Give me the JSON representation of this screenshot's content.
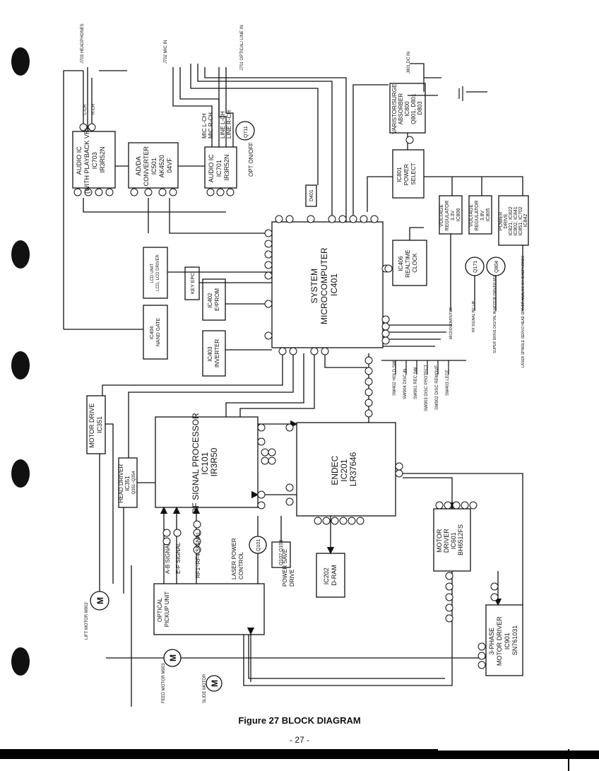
{
  "figure": {
    "caption": "Figure 27 BLOCK DIAGRAM",
    "page_number": "- 27 -"
  },
  "blocks": [
    {
      "key": "system_micro",
      "lines": [
        "SYSTEM",
        "MICROCOMPUTER",
        "IC401"
      ]
    },
    {
      "key": "rf_processor",
      "lines": [
        "RF SIGNAL PROCESSOR",
        "IC101",
        "IR3R50"
      ]
    },
    {
      "key": "endec",
      "lines": [
        "ENDEC",
        "IC201",
        "LR37646"
      ]
    },
    {
      "key": "audio_ic_703",
      "lines": [
        "AUDIO IC",
        "(WITH PLAYBACK VR)",
        "IC703",
        "IR3R52N"
      ]
    },
    {
      "key": "adda",
      "lines": [
        "AD/DA",
        "CONVERTER",
        "IC501",
        "AK4520",
        "04VF"
      ]
    },
    {
      "key": "audio_ic_701",
      "lines": [
        "AUDIO IC",
        "IC701",
        "IR3R52N"
      ]
    },
    {
      "key": "power_select",
      "lines": [
        "IC801",
        "POWER",
        "SELECT"
      ]
    },
    {
      "key": "varistor",
      "lines": [
        "VARISTOR/SURGE",
        "ABSORBER",
        "IC800",
        "Q801, D801",
        "D803"
      ]
    },
    {
      "key": "reg_806",
      "lines": [
        "VOLTAGE",
        "REGULATOR",
        "3.3V",
        "IC806"
      ]
    },
    {
      "key": "reg_805",
      "lines": [
        "VOLTAGE",
        "REGULATOR",
        "3.8V",
        "IC805"
      ]
    },
    {
      "key": "power_drive",
      "lines": [
        "POWER",
        "DRIVE",
        "IC821, IC822",
        "IC802, IC841",
        "IC851, IC702",
        "IC842"
      ]
    },
    {
      "key": "rtc",
      "lines": [
        "IC406",
        "REALTIME",
        "CLOCK"
      ]
    },
    {
      "key": "lcd",
      "lines": [
        "LCD UNIT",
        "LCD, LCD DRIVER"
      ]
    },
    {
      "key": "key_epc",
      "lines": [
        "KEY EPC"
      ]
    },
    {
      "key": "eprom",
      "lines": [
        "IC402",
        "E²PROM"
      ]
    },
    {
      "key": "nand",
      "lines": [
        "IC404",
        "NAND GATE"
      ]
    },
    {
      "key": "inverter",
      "lines": [
        "IC403",
        "INVERTER"
      ]
    },
    {
      "key": "motor_drive_351",
      "lines": [
        "MOTOR DRIVE",
        "IC351"
      ]
    },
    {
      "key": "head_driver",
      "lines": [
        "HEAD DRIVER",
        "IC351",
        "Q351~Q354"
      ]
    },
    {
      "key": "dram",
      "lines": [
        "IC202",
        "D-RAM"
      ]
    },
    {
      "key": "motor_driver_601",
      "lines": [
        "MOTOR",
        "DRIVER",
        "IC601",
        "BH6512FS"
      ]
    },
    {
      "key": "three_phase",
      "lines": [
        "3-PHASE",
        "MOTOR DRIVER",
        "IC901",
        "SN761031"
      ]
    },
    {
      "key": "pickup",
      "lines": [
        "OPTICAL",
        "PICKUP UNIT"
      ]
    }
  ],
  "labels": {
    "jacks": [
      "J703 HEADPHONES",
      "J702 MIC IN",
      "J701 OPTICAL/ LINE IN",
      "J801 DC IN"
    ],
    "lines_in": [
      "MIC L-CH",
      "MIC R-CH",
      "LINE L-CH",
      "LINE R-CH"
    ],
    "lch": "L-CH",
    "rch": "R-CH",
    "q711": "Q711",
    "opt": "OPT ON/OFF",
    "d401": "D401",
    "q171": "Q171",
    "q804": "Q804",
    "q101": "Q101",
    "q102": "Q102 Q103",
    "laser_power": [
      "LASER POWER",
      "CONTROL"
    ],
    "power_save": [
      "POWER SAVE",
      "DRIVE"
    ],
    "ab_signal": "A-B SIGNAL",
    "ef_signal": "E-F SIGNAL",
    "rf_signal": "RF1~RF4 SIGNAL",
    "motors": [
      "LIFT MOTOR M902",
      "FEED MOTOR M903",
      "SLIDE MOTOR"
    ],
    "switches": [
      "SW402 HOLD SW",
      "SW904 DISC IN",
      "SW901 REC SW",
      "SW903 DISC PROTECT",
      "SW902 DISC REMOVE",
      "SW403 LEDT"
    ],
    "side_outputs": [
      "MICROCOMPUTER",
      "RF SIGNAL PIC UP",
      "SUPER DRIVE DIGITAL IN MOTOR DRIVER MIC",
      "LASER SPINDLE SERVO HEAD DRIVER ANALOG IN HEADPHONES"
    ]
  },
  "colors": {
    "ink": "#111111",
    "paper": "#ffffff"
  }
}
